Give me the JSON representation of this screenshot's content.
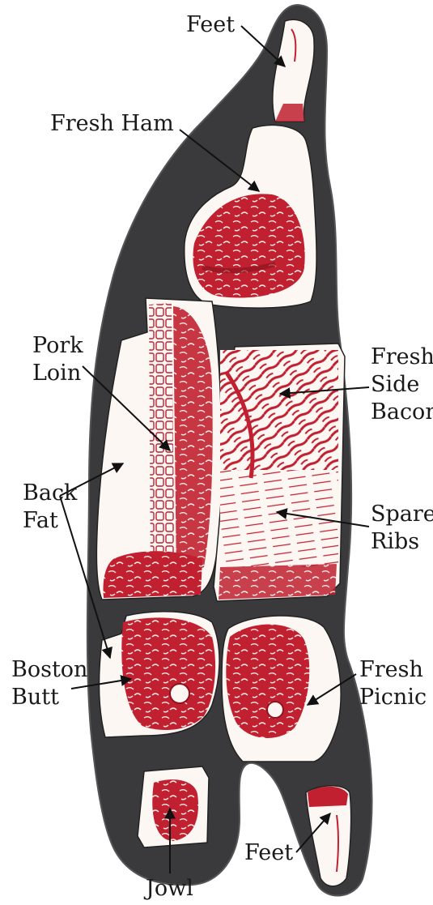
{
  "colors": {
    "carcass": "#3a3a3c",
    "carcass_edge": "#555558",
    "cut_fill": "#fdf7f4",
    "meat": "#c0202f",
    "meat_dark": "#8e1420",
    "text": "#1a1a1a",
    "arrow": "#111111"
  },
  "labels": {
    "feet_top": [
      "Feet"
    ],
    "fresh_ham": [
      "Fresh Ham"
    ],
    "pork_loin": [
      "Pork",
      "Loin"
    ],
    "fresh_side_bacon": [
      "Fresh",
      "Side",
      "Bacon"
    ],
    "back_fat": [
      "Back",
      "Fat"
    ],
    "spare_ribs": [
      "Spare",
      "Ribs"
    ],
    "boston_butt": [
      "Boston",
      "Butt"
    ],
    "fresh_picnic": [
      "Fresh",
      "Picnic"
    ],
    "feet_bottom": [
      "Feet"
    ],
    "jowl": [
      "Jowl"
    ]
  }
}
